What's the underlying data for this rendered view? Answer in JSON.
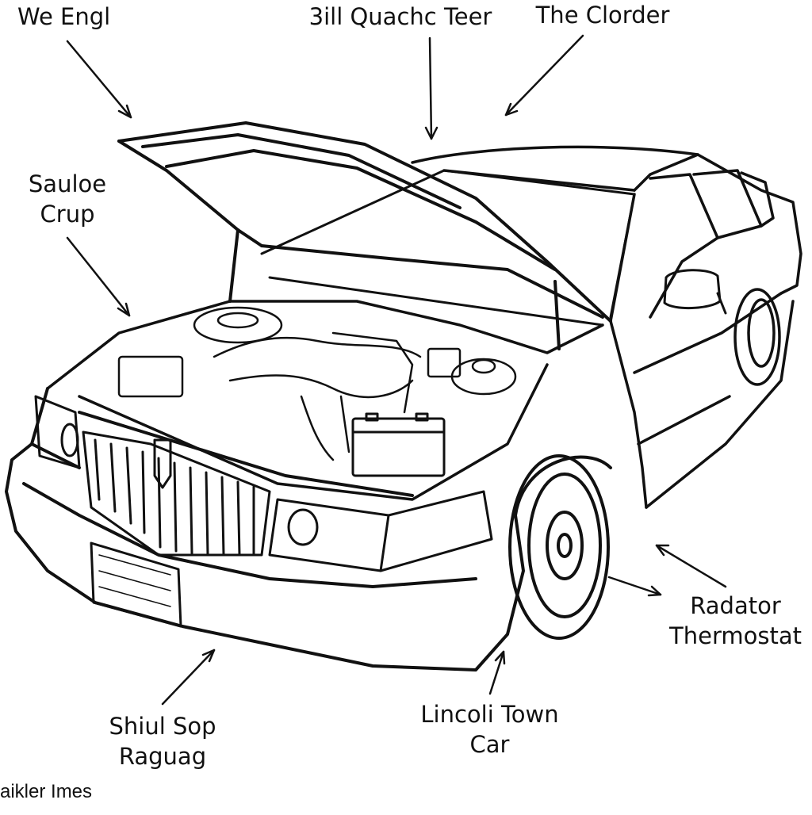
{
  "diagram": {
    "labels": [
      {
        "id": "we-engl",
        "text": "We Engl"
      },
      {
        "id": "quachc-teer",
        "text": "3ill Quachc Teer"
      },
      {
        "id": "the-clorder",
        "text": "The Clorder"
      },
      {
        "id": "sauloe-crup",
        "text": "Sauloe\nCrup"
      },
      {
        "id": "radator-thermostat",
        "text": "Radator\nThermostat"
      },
      {
        "id": "lincoli-town-car",
        "text": "Lincoli Town\nCar"
      },
      {
        "id": "shiul-sop-raguag",
        "text": "Shiul Sop\nRaguag"
      }
    ],
    "watermark": "aikler Imes"
  },
  "colors": {
    "line": "#111111",
    "background": "#ffffff"
  }
}
